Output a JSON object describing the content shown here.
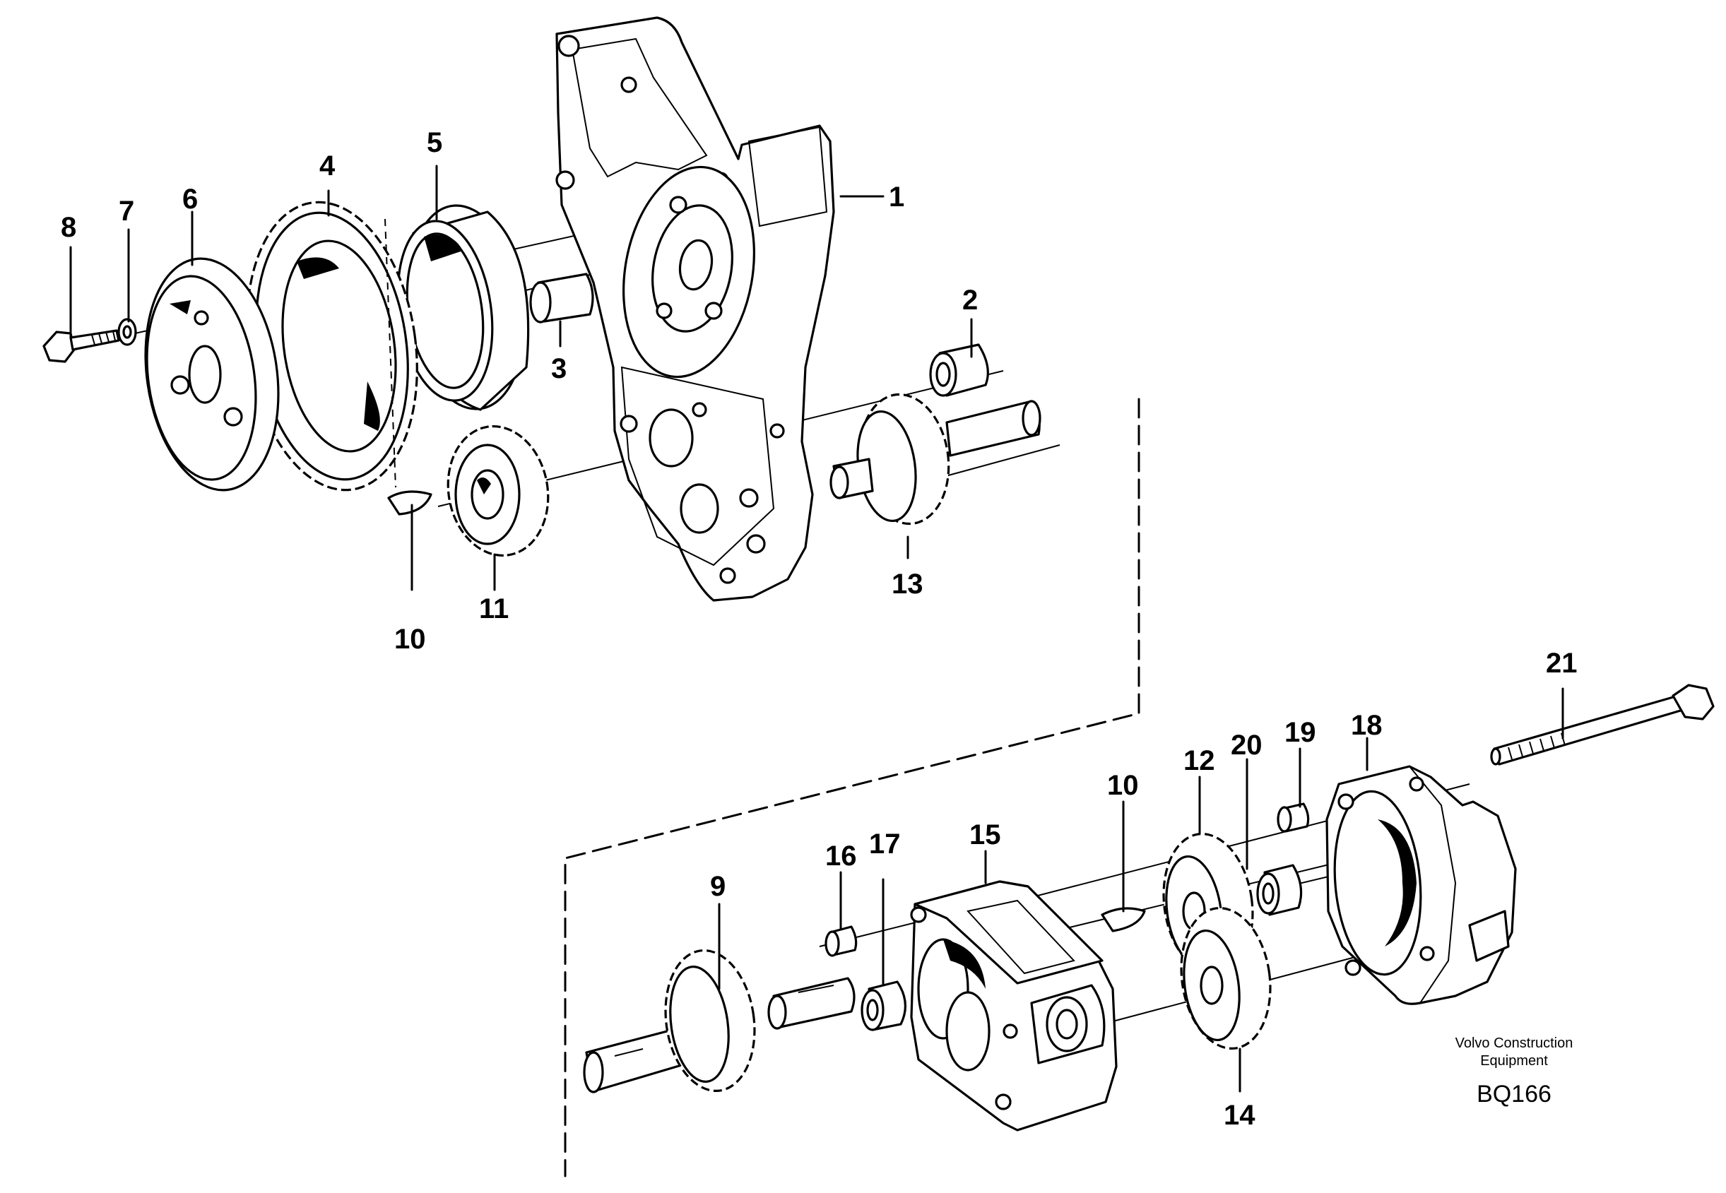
{
  "labels": {
    "l1": "1",
    "l2": "2",
    "l3": "3",
    "l4": "4",
    "l5": "5",
    "l6": "6",
    "l7": "7",
    "l8": "8",
    "l9": "9",
    "l10a": "10",
    "l10b": "10",
    "l11": "11",
    "l12": "12",
    "l13": "13",
    "l14": "14",
    "l15": "15",
    "l16": "16",
    "l17": "17",
    "l18": "18",
    "l19": "19",
    "l20": "20",
    "l21": "21"
  },
  "credit": {
    "line1": "Volvo Construction",
    "line2": "Equipment",
    "code": "BQ166"
  }
}
